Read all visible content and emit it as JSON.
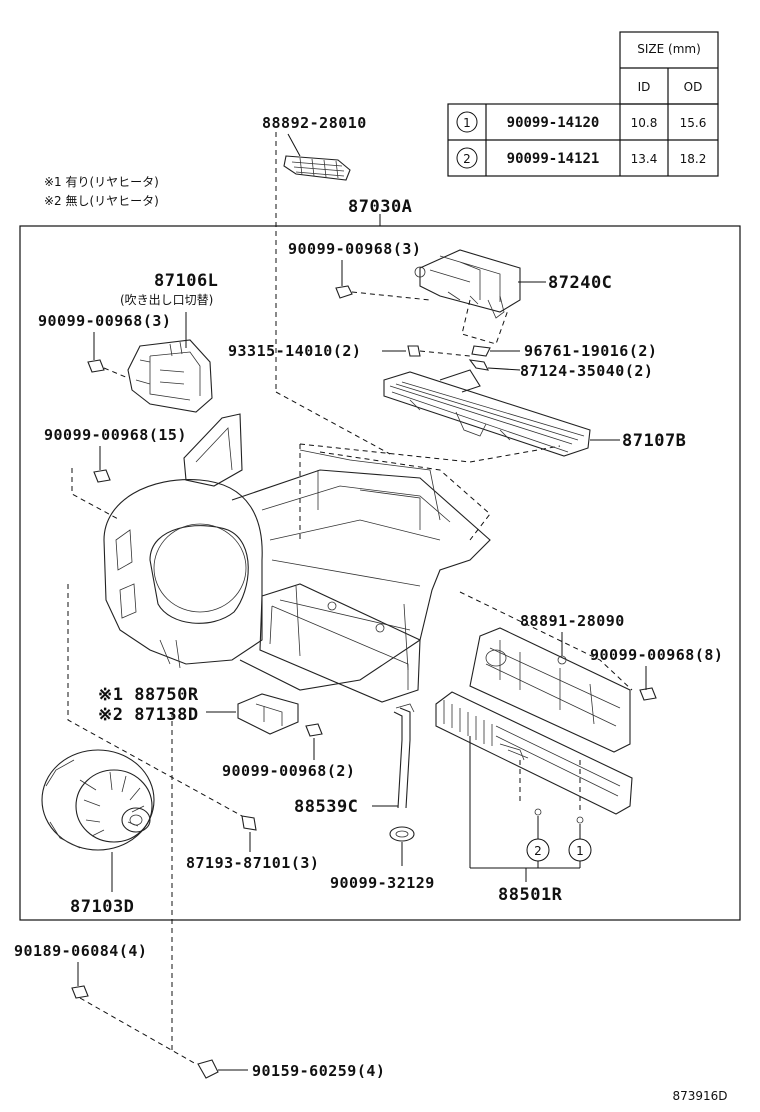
{
  "size_table": {
    "header": "SIZE (mm)",
    "col_id": "ID",
    "col_od": "OD",
    "rows": [
      {
        "ref": "1",
        "part": "90099-14120",
        "id": "10.8",
        "od": "15.6"
      },
      {
        "ref": "2",
        "part": "90099-14121",
        "id": "13.4",
        "od": "18.2"
      }
    ]
  },
  "notes": [
    "※1 有り(リヤヒータ)",
    "※2 無し(リヤヒータ)"
  ],
  "labels": {
    "p88892": "88892-28010",
    "p87030A": "87030A",
    "p90099_00968_3a": "90099-00968(3)",
    "p87240C": "87240C",
    "p87106L": "87106L",
    "p87106L_desc": "(吹き出し口切替)",
    "p90099_00968_3b": "90099-00968(3)",
    "p93315": "93315-14010(2)",
    "p96761": "96761-19016(2)",
    "p87124": "87124-35040(2)",
    "p87107B": "87107B",
    "p90099_00968_15": "90099-00968(15)",
    "p88891": "88891-28090",
    "p90099_00968_8": "90099-00968(8)",
    "p88750R": "※1 88750R",
    "p87138D": "※2 87138D",
    "p90099_00968_2": "90099-00968(2)",
    "p88539C": "88539C",
    "p87193": "87193-87101(3)",
    "p90099_32129": "90099-32129",
    "p88501R": "88501R",
    "p87103D": "87103D",
    "p90189": "90189-06084(4)",
    "p90159": "90159-60259(4)",
    "circle_2": "2",
    "circle_1": "1"
  },
  "diagram_id": "873916D"
}
